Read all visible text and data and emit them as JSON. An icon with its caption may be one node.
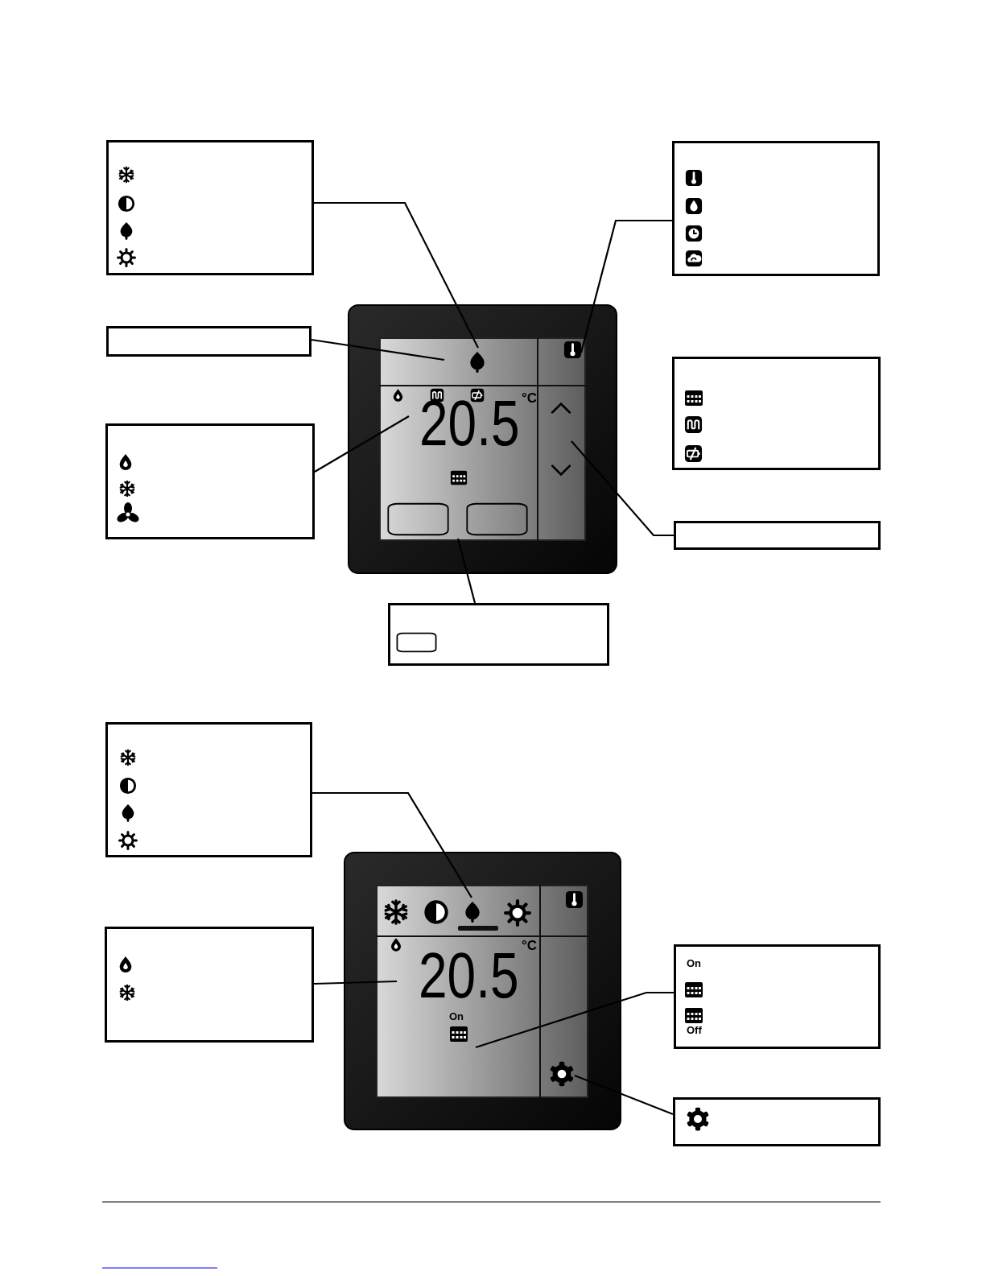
{
  "diagram": {
    "nodes": [
      {
        "text": [],
        "shape": "box"
      },
      {
        "text": [],
        "shape": "box"
      },
      {
        "text": [],
        "shape": "box"
      },
      {
        "text": [],
        "shape": "box"
      },
      {
        "text": [],
        "shape": "box"
      },
      {
        "text": [],
        "shape": "box"
      },
      {
        "text": [],
        "shape": "box"
      },
      {
        "text": [],
        "shape": "screen"
      },
      {
        "text": [],
        "shape": "leaf",
        "in": 7
      },
      {
        "text": [],
        "shape": "thermometer",
        "in": 7
      },
      {
        "text": [],
        "shape": "box"
      },
      {
        "text": [],
        "shape": "box"
      },
      {
        "text": [],
        "shape": "box"
      },
      {
        "text": [],
        "shape": "box"
      },
      {
        "text": [],
        "shape": "screen"
      },
      {
        "text": [],
        "shape": "leaf",
        "in": 14
      },
      {
        "text": [],
        "shape": "gear",
        "in": 14
      }
    ],
    "edges": [
      {
        "from": 0,
        "to": 8,
        "arrow": "none"
      },
      {
        "from": 1,
        "to": 7,
        "arrow": "none"
      },
      {
        "from": 2,
        "to": 7,
        "arrow": "none"
      },
      {
        "from": 3,
        "to": 9,
        "arrow": "none"
      },
      {
        "from": 5,
        "to": 7,
        "arrow": "none"
      },
      {
        "from": 6,
        "to": 7,
        "arrow": "none"
      },
      {
        "from": 10,
        "to": 15,
        "arrow": "none"
      },
      {
        "from": 11,
        "to": 14,
        "arrow": "none"
      },
      {
        "from": 12,
        "to": 14,
        "arrow": "none"
      },
      {
        "from": 13,
        "to": 16,
        "arrow": "none"
      }
    ],
    "labels": [
      "°C",
      "20.5",
      "°C",
      "20.5",
      "On",
      "On",
      "Off"
    ]
  }
}
